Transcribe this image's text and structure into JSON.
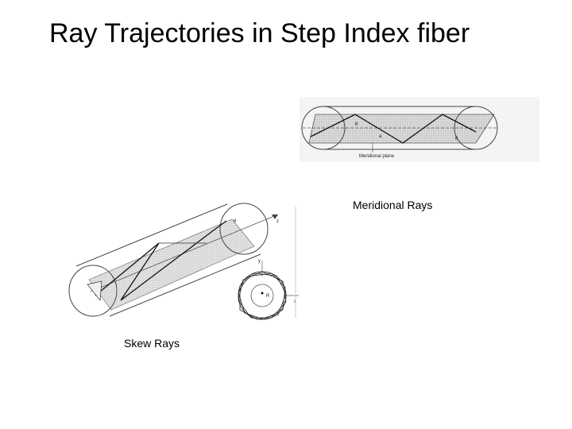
{
  "slide": {
    "title": "Ray Trajectories in Step Index fiber",
    "meridional_caption": "Meridional Rays",
    "skew_caption": "Skew Rays"
  },
  "meridional_figure": {
    "plane_label": "Meridional plane",
    "angle_label_left": "θ",
    "angle_label_right": "θ",
    "axis_label": "a"
  },
  "skew_figure": {
    "axis_z": "z",
    "axis_y": "y",
    "axis_x": "x",
    "center_label": "R",
    "angle_label": "θ"
  },
  "colors": {
    "plane_fill": "#d6d6d6",
    "line": "#333333",
    "ray": "#111111"
  }
}
